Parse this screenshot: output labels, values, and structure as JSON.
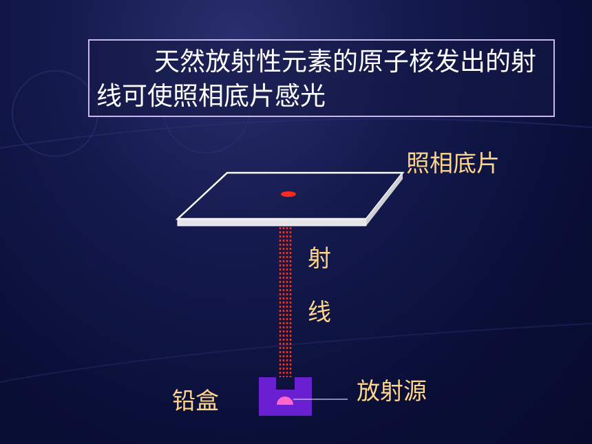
{
  "title": "天然放射性元素的原子核发出的射线可使照相底片感光",
  "labels": {
    "film": "照相底片",
    "ray_char1": "射",
    "ray_char2": "线",
    "lead_box": "铅盒",
    "source": "放射源"
  },
  "colors": {
    "background": "#0b1040",
    "label_text": "#ffd58a",
    "title_border": "#c8b7ea",
    "film_outline": "#ffffff",
    "ray": "#e03a2a",
    "exposure_spot": "#ff2a1a",
    "lead_box": "#6a1fd0",
    "source": "#ff66cc"
  }
}
